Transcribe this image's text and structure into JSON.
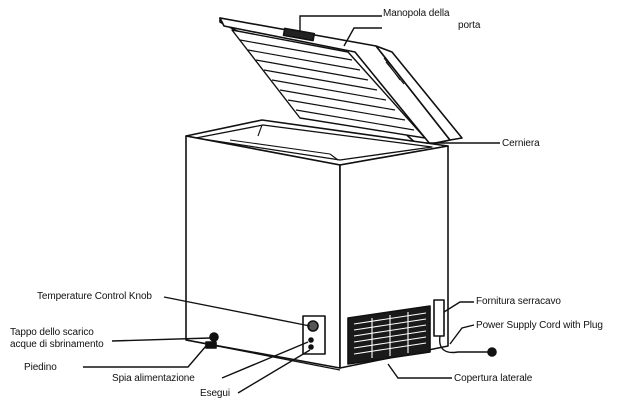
{
  "labels": {
    "door_handle_line1": "Manopola della",
    "door_handle_line2": "porta",
    "hinge": "Cerniera",
    "temperature_knob": "Temperature Control Knob",
    "drain_plug_line1": "Tappo dello scarico",
    "drain_plug_line2": "acque di sbrinamento",
    "foot": "Piedino",
    "power_light": "Spia alimentazione",
    "power_light_2": "Esegui",
    "cord_holder": "Fornitura serracavo",
    "power_cord": "Power Supply Cord with Plug",
    "side_cover": "Copertura laterale"
  },
  "colors": {
    "line": "#111111",
    "cabinet_fill": "#ffffff",
    "vent_fill": "#1a1a1a"
  }
}
